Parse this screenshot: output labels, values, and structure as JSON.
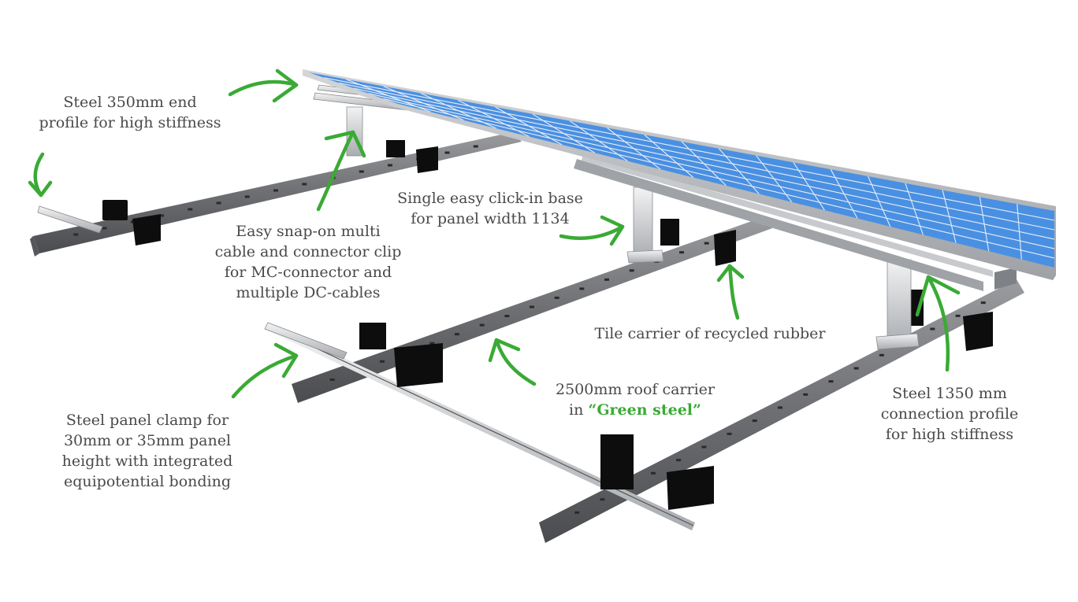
{
  "title": "Solar panel mounting system with annotated components",
  "colors": {
    "text": "#4b4848",
    "arrow": "#3aaa35",
    "highlight": "#3aaa35",
    "panel_cell": "#4a90e2",
    "panel_frame": "#b9bcc0",
    "rail": "#6b6d70",
    "rubber": "#111111"
  },
  "labels": {
    "end_profile": {
      "lines": [
        "Steel 350mm end",
        "profile for high stiffness"
      ]
    },
    "cable_clip": {
      "lines": [
        "Easy snap-on multi",
        "cable and connector clip",
        "for MC-connector and",
        "multiple DC-cables"
      ]
    },
    "click_in_base": {
      "lines": [
        "Single easy click-in base",
        "for panel width 1134"
      ]
    },
    "tile_carrier": {
      "lines": [
        "Tile carrier of recycled rubber"
      ]
    },
    "roof_carrier": {
      "line1": "2500mm roof carrier",
      "line2_prefix": "in ",
      "line2_highlight": "“Green steel”"
    },
    "connection_profile": {
      "lines": [
        "Steel 1350 mm",
        "connection profile",
        "for high stiffness"
      ]
    },
    "panel_clamp": {
      "lines": [
        "Steel panel clamp for",
        "30mm or 35mm panel",
        "height with integrated",
        "equipotential bonding"
      ]
    }
  },
  "icons": {
    "arrows": [
      "arrow-to-end-profile",
      "arrow-to-panel-edge",
      "arrow-to-cable-clip",
      "arrow-to-click-in-base",
      "arrow-to-tile-carrier",
      "arrow-to-roof-carrier",
      "arrow-to-connection-profile",
      "arrow-to-panel-clamp"
    ]
  }
}
